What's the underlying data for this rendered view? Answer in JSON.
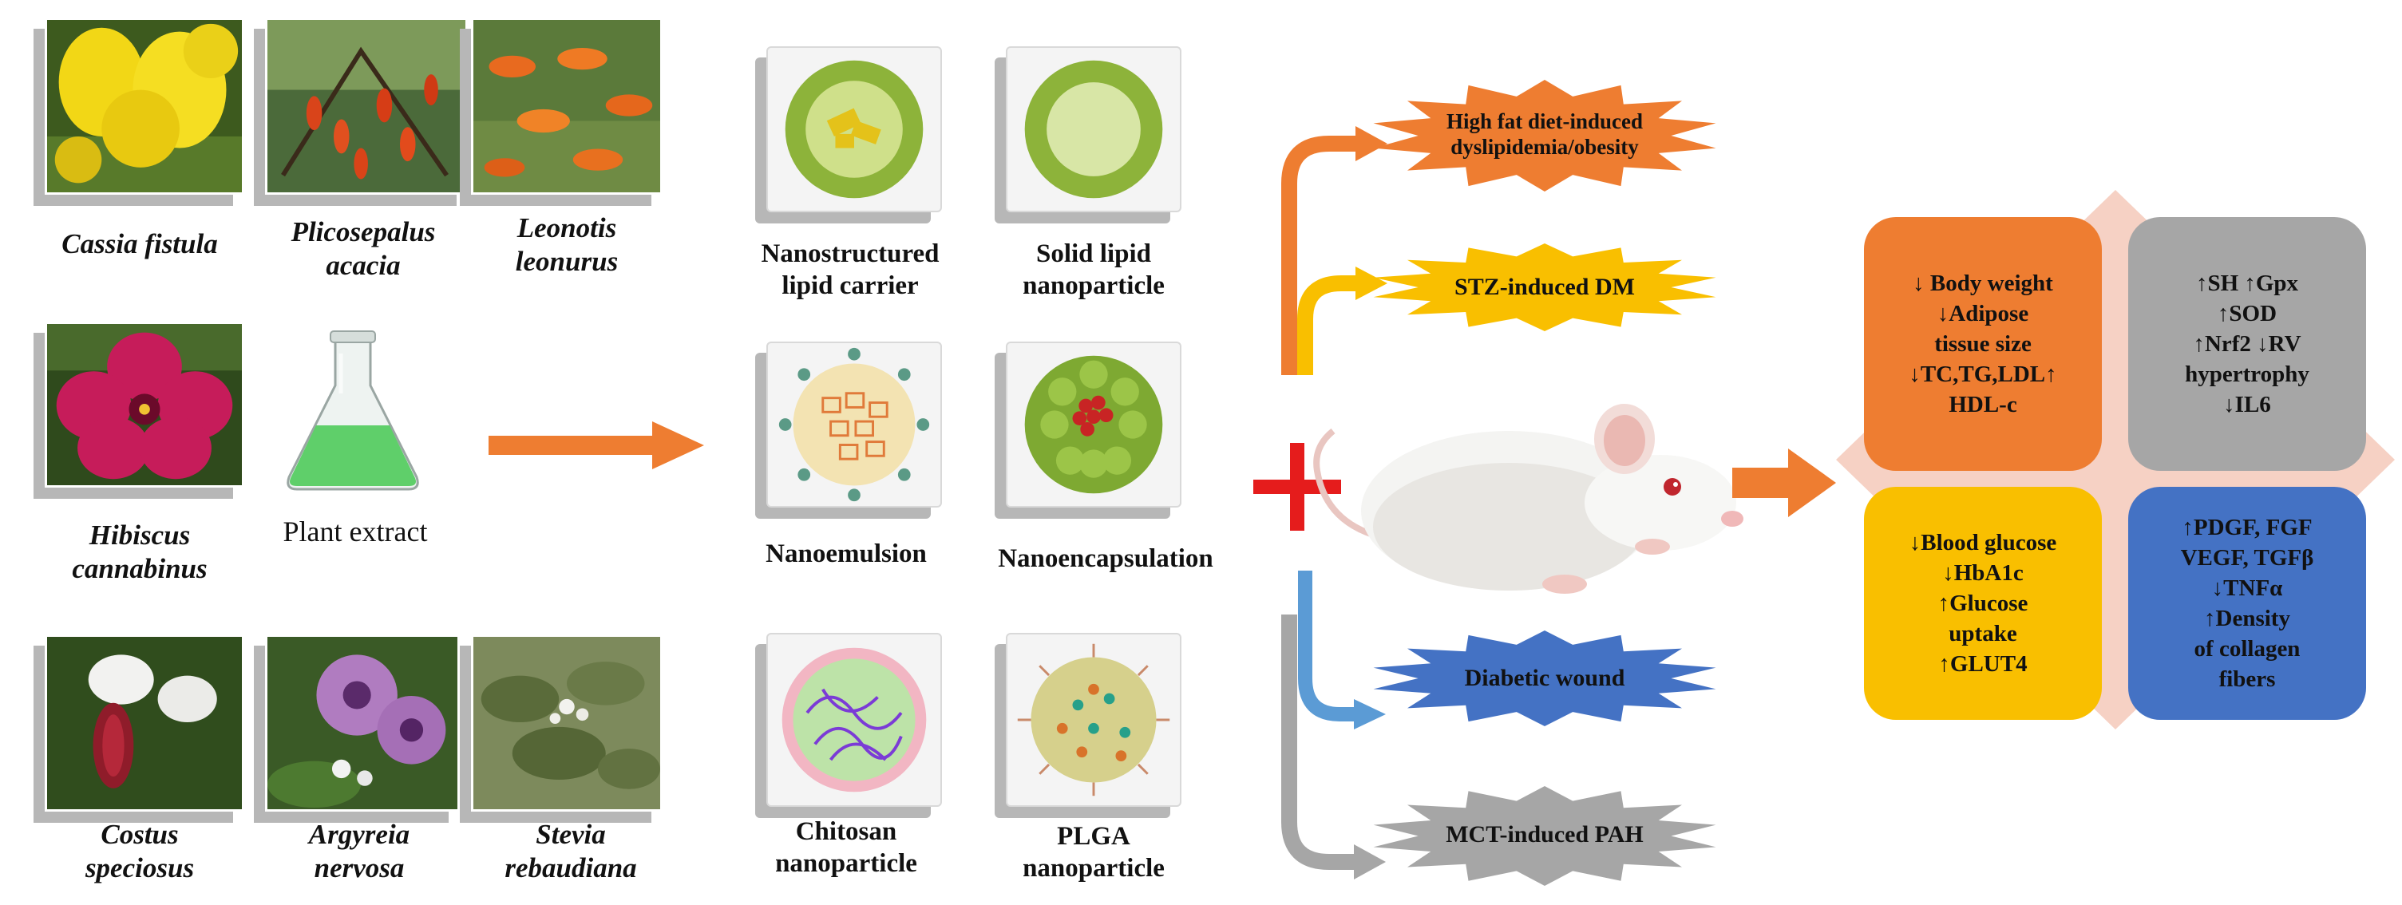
{
  "plants": [
    {
      "line1": "Cassia fistula",
      "line2": ""
    },
    {
      "line1": "Plicosepalus",
      "line2": "acacia"
    },
    {
      "line1": "Leonotis",
      "line2": "leonurus"
    },
    {
      "line1": "Hibiscus",
      "line2": "cannabinus"
    },
    {
      "line1": "Plant extract",
      "line2": ""
    },
    {
      "line1": "Costus",
      "line2": "speciosus"
    },
    {
      "line1": "Argyreia",
      "line2": "nervosa"
    },
    {
      "line1": "Stevia",
      "line2": "rebaudiana"
    }
  ],
  "nanoparticles": [
    {
      "line1": "Nanostructured",
      "line2": "lipid carrier"
    },
    {
      "line1": "Solid lipid",
      "line2": "nanoparticle"
    },
    {
      "line1": "Nanoemulsion",
      "line2": ""
    },
    {
      "line1": "Nanoencapsulation",
      "line2": ""
    },
    {
      "line1": "Chitosan",
      "line2": "nanoparticle"
    },
    {
      "line1": "PLGA",
      "line2": "nanoparticle"
    }
  ],
  "models": [
    {
      "line1": "High fat diet-induced",
      "line2": "dyslipidemia/obesity",
      "color": "#ee7d31"
    },
    {
      "line1": "STZ-induced DM",
      "line2": "",
      "color": "#f9bf00"
    },
    {
      "line1": "Diabetic wound",
      "line2": "",
      "color": "#4472c4"
    },
    {
      "line1": "MCT-induced PAH",
      "line2": "",
      "color": "#a6a6a6"
    }
  ],
  "effects": {
    "obesity": {
      "color": "#ee7d31",
      "lines": [
        "↓ Body weight",
        "↓Adipose",
        "tissue size",
        "↓TC,TG,LDL↑",
        "HDL-c"
      ]
    },
    "pah": {
      "color": "#a6a6a6",
      "lines": [
        "↑SH ↑Gpx",
        "↑SOD",
        "↑Nrf2 ↓RV",
        "hypertrophy",
        "↓IL6"
      ]
    },
    "diabetes": {
      "color": "#f9bf00",
      "lines": [
        "↓Blood glucose",
        "↓HbA1c",
        "↑Glucose",
        "uptake",
        "↑GLUT4"
      ]
    },
    "wound": {
      "color": "#4472c4",
      "lines": [
        "↑PDGF, FGF",
        "VEGF, TGFβ",
        "↓TNFα",
        "↑Density",
        "of collagen",
        "fibers"
      ]
    }
  },
  "colors": {
    "arrow": "#ee7d31",
    "plus": "#e51c1c",
    "diamond": "#f6d1c4"
  }
}
